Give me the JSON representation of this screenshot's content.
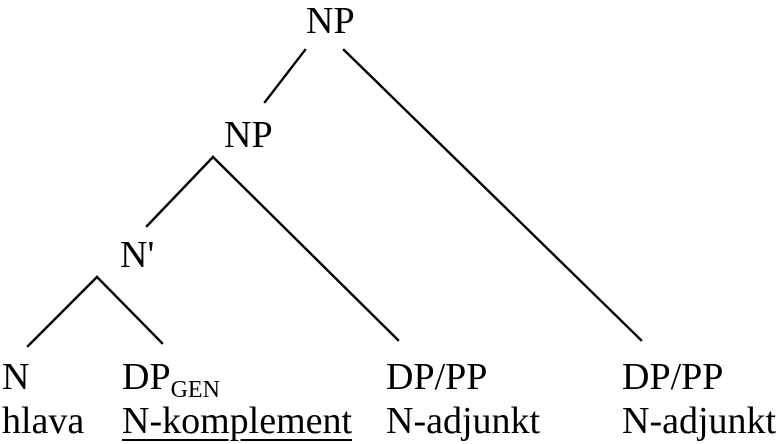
{
  "nodes": {
    "root": "NP",
    "np_inner": "NP",
    "n_bar": "N'",
    "n": "N",
    "dp_gen": "DP",
    "dp_gen_sub": "GEN",
    "dp_pp_1": "DP/PP",
    "dp_pp_2": "DP/PP"
  },
  "glosses": {
    "n": "hlava",
    "dp_gen": "N-komplement",
    "dp_pp_1": "N-adjunkt",
    "dp_pp_2": "N-adjunkt"
  },
  "styles": {
    "ink": "#000000",
    "background": "#ffffff",
    "underlined_gloss": "dp_gen"
  }
}
